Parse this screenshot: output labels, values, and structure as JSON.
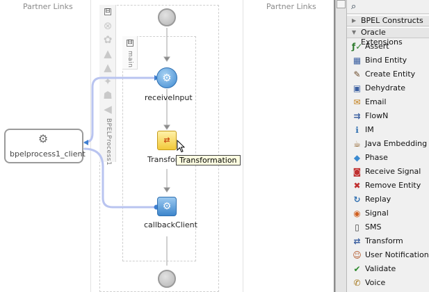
{
  "lanes": {
    "left_title": "Partner Links",
    "right_title": "Partner Links"
  },
  "process": {
    "name_vertical": "BPELProcess1",
    "scope_vertical": "main",
    "collapse_symbol": "⊟"
  },
  "activities": [
    {
      "label": "receiveInput",
      "icon": "gear-icon"
    },
    {
      "label": "Transfor",
      "icon": "transform-icon"
    },
    {
      "label": "callbackClient",
      "icon": "gear-icon"
    }
  ],
  "partner_link": {
    "label": "bpelprocess1_client",
    "icon": "gears-icon"
  },
  "tooltip": {
    "text": "Transformation"
  },
  "palette": {
    "sections": [
      {
        "label": "BPEL Constructs",
        "expanded": false
      },
      {
        "label": "Oracle Extensions",
        "expanded": true
      }
    ],
    "items": [
      {
        "label": "Assert",
        "icon": "f-check-icon",
        "glyph": "ƒ✓",
        "color": "#2d7a2d"
      },
      {
        "label": "Bind Entity",
        "icon": "bind-entity-icon",
        "glyph": "▦",
        "color": "#3a5fa0"
      },
      {
        "label": "Create Entity",
        "icon": "create-entity-icon",
        "glyph": "✎",
        "color": "#6b4a2a"
      },
      {
        "label": "Dehydrate",
        "icon": "dehydrate-icon",
        "glyph": "▣",
        "color": "#3a5fa0"
      },
      {
        "label": "Email",
        "icon": "email-icon",
        "glyph": "✉",
        "color": "#c07a10"
      },
      {
        "label": "FlowN",
        "icon": "flown-icon",
        "glyph": "⇉",
        "color": "#3a5fa0"
      },
      {
        "label": "IM",
        "icon": "im-icon",
        "glyph": "ℹ",
        "color": "#2f6fb0"
      },
      {
        "label": "Java Embedding",
        "icon": "java-icon",
        "glyph": "☕",
        "color": "#8a5a20"
      },
      {
        "label": "Phase",
        "icon": "phase-icon",
        "glyph": "◆",
        "color": "#3a8ad0"
      },
      {
        "label": "Receive Signal",
        "icon": "receive-signal-icon",
        "glyph": "◙",
        "color": "#c03030"
      },
      {
        "label": "Remove Entity",
        "icon": "remove-entity-icon",
        "glyph": "✖",
        "color": "#c03030"
      },
      {
        "label": "Replay",
        "icon": "replay-icon",
        "glyph": "↻",
        "color": "#2f6fb0"
      },
      {
        "label": "Signal",
        "icon": "signal-icon",
        "glyph": "◉",
        "color": "#d06020"
      },
      {
        "label": "SMS",
        "icon": "sms-icon",
        "glyph": "▯",
        "color": "#444444"
      },
      {
        "label": "Transform",
        "icon": "transform-icon",
        "glyph": "⇄",
        "color": "#3a5fa0"
      },
      {
        "label": "User Notification",
        "icon": "user-notification-icon",
        "glyph": "☺",
        "color": "#b05020"
      },
      {
        "label": "Validate",
        "icon": "validate-icon",
        "glyph": "✔",
        "color": "#2d8a2d"
      },
      {
        "label": "Voice",
        "icon": "voice-icon",
        "glyph": "✆",
        "color": "#a07010"
      }
    ]
  }
}
